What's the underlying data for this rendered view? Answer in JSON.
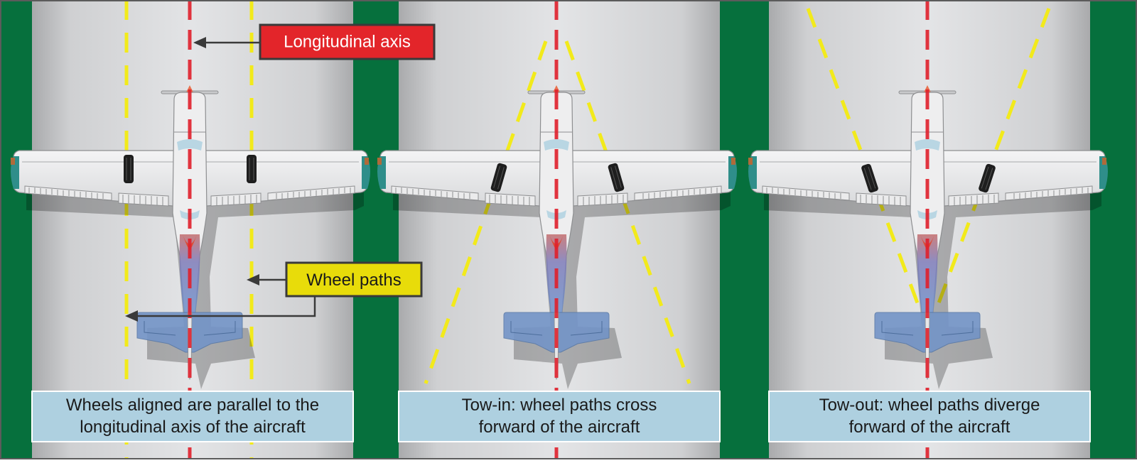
{
  "callouts": {
    "longitudinal_axis": "Longitudinal axis",
    "wheel_paths": "Wheel paths"
  },
  "panels": [
    {
      "id": "aligned",
      "caption_line1": "Wheels aligned are parallel to the",
      "caption_line2": "longitudinal axis of the aircraft",
      "wheel_alignment": "parallel"
    },
    {
      "id": "tow-in",
      "caption_line1": "Tow-in: wheel paths cross",
      "caption_line2": "forward of the aircraft",
      "wheel_alignment": "converging"
    },
    {
      "id": "tow-out",
      "caption_line1": "Tow-out: wheel paths diverge",
      "caption_line2": "forward of the aircraft",
      "wheel_alignment": "diverging"
    }
  ],
  "colors": {
    "grass": "#06703d",
    "runway": "#d2d3d5",
    "axis_line": "#e0202c",
    "wheel_path": "#f2ea1b",
    "caption_bg": "#aed0e0",
    "axis_callout": "#e3252a",
    "wheel_callout": "#e8dc0a"
  }
}
